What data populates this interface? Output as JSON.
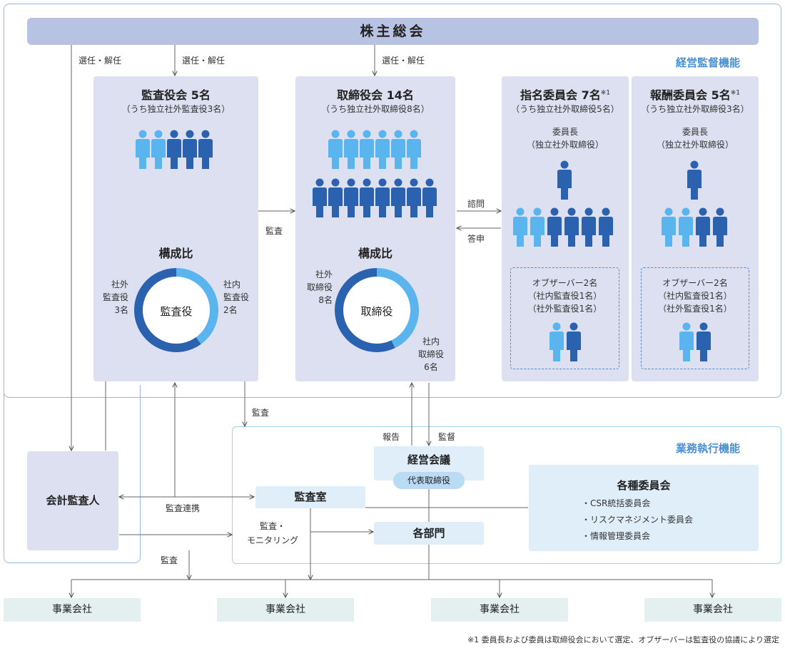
{
  "header": {
    "shareholders": "株主総会"
  },
  "sections": {
    "supervision": "経営監督機能",
    "execution": "業務執行機能"
  },
  "labels": {
    "elect1": "選任・解任",
    "elect2": "選任・解任",
    "elect3": "選任・解任",
    "audit_to_board": "監査",
    "consult": "諮問",
    "report_back": "答申",
    "audit_down": "監査",
    "report": "報告",
    "supervise": "監督",
    "audit_coop": "監査連携",
    "audit_monitor": "監査・\nモニタリング",
    "audit_bottom": "監査"
  },
  "auditors": {
    "title": "監査役会 5名",
    "subtitle": "（うち独立社外監査役3名）",
    "ratio_title": "構成比",
    "center": "監査役",
    "outside": "社外\n監査役\n3名",
    "inside": "社内\n監査役\n2名",
    "people_light": 2,
    "people_dark": 3,
    "donut": [
      {
        "label": "社内",
        "value": 2,
        "color": "#5ab4ee"
      },
      {
        "label": "社外",
        "value": 3,
        "color": "#2a62b0"
      }
    ]
  },
  "board": {
    "title": "取締役会 14名",
    "subtitle": "（うち独立社外取締役8名）",
    "ratio_title": "構成比",
    "center": "取締役",
    "outside": "社外\n取締役\n8名",
    "inside": "社内\n取締役\n6名",
    "people_light": 6,
    "people_dark": 8,
    "donut": [
      {
        "label": "社内",
        "value": 6,
        "color": "#5ab4ee"
      },
      {
        "label": "社外",
        "value": 8,
        "color": "#2a62b0"
      }
    ]
  },
  "nomination": {
    "title": "指名委員会 7名",
    "note_mark": "※1",
    "subtitle": "（うち独立社外取締役5名）",
    "chair": "委員長\n（独立社外取締役）",
    "observer": "オブザーバー2名\n（社内監査役1名）\n（社外監査役1名）",
    "people_light": 2,
    "people_dark": 4
  },
  "remuneration": {
    "title": "報酬委員会 5名",
    "note_mark": "※1",
    "subtitle": "（うち独立社外取締役3名）",
    "chair": "委員長\n（独立社外取締役）",
    "observer": "オブザーバー2名\n（社内監査役1名）\n（社外監査役1名）",
    "people_light": 2,
    "people_dark": 2
  },
  "accounting_auditor": "会計監査人",
  "management": {
    "title": "経営会議",
    "badge": "代表取締役"
  },
  "internal_audit": "監査室",
  "departments": "各部門",
  "committees": {
    "title": "各種委員会",
    "items": [
      "・CSR統括委員会",
      "・リスクマネジメント委員会",
      "・情報管理委員会"
    ]
  },
  "companies": [
    "事業会社",
    "事業会社",
    "事業会社",
    "事業会社"
  ],
  "footnote": "※1 委員長および委員は取締役会において選定、オブザーバーは監査役の協議により選定",
  "colors": {
    "light_person": "#5ab4ee",
    "dark_person": "#2a62b0",
    "lavender": "#dde0f0",
    "accent": "#4a8fd4"
  }
}
